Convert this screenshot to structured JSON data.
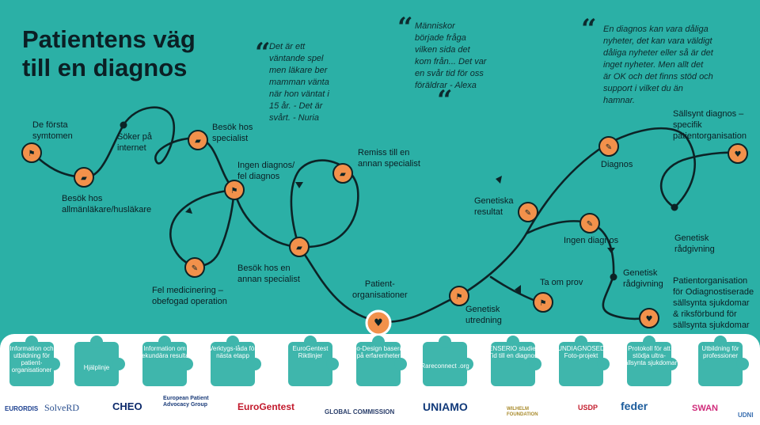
{
  "title": "Patientens väg\ntill en diagnos",
  "quotes": [
    {
      "text": "Det är ett\nväntande spel\nmen läkare ber\nmamman vänta\nnär hon väntat i\n15 år. - Det är\nsvårt. - Nuria"
    },
    {
      "text": "Människor\nbörjade fråga\nvilken sida det\nkom från... Det var\nen svår tid för oss\nföräldrar - Alexa"
    },
    {
      "text": "En diagnos kan vara dåliga\nnyheter, det kan vara väldigt\ndåliga nyheter eller så är det\ninget nyheter. Men allt det\när OK och det finns stöd och\nsupport i vilket du än\nhamnar."
    }
  ],
  "labels": {
    "forsta": "De första\nsymtomen",
    "soker": "Söker på\ninternet",
    "besok_spec": "Besök hos\nspecialist",
    "allman": "Besök hos\nallmänläkare/husläkare",
    "ingen_fel": "Ingen diagnos/\nfel diagnos",
    "remiss": "Remiss till en\nannan specialist",
    "felmed": "Fel medicinering –\nobefogad operation",
    "annan_spec": "Besök hos en\nannan specialist",
    "patientorg": "Patient-\norganisationer",
    "gen_utr": "Genetisk\nutredning",
    "gen_res": "Genetiska\nresultat",
    "diagnos": "Diagnos",
    "ingen_diag": "Ingen diagnos",
    "ta_om": "Ta om prov",
    "gen_radg1": "Genetisk\nrådgivning",
    "gen_radg2": "Genetisk\nrådgivning",
    "sallsynt": "Sällsynt diagnos –\nspecifik\npatientorganisation",
    "odiag": "Patientorganisation\nför Odiagnostiserade\nsällsynta sjukdomar\n& riksförbund för\nsällsynta sjukdomar"
  },
  "pieces": [
    "Information och utbildning för patient-organisationer",
    "Hjälplinje",
    "Information om sekundära resultat",
    "Verktygs-låda för nästa etapp",
    "EuroGentest Riktlinjer",
    "Co-Design baserat på erfarenheter",
    "Rareconnect .org",
    "ENSERIO studie. Tid till en diagnos",
    "UNDIAGNOSED Foto-projekt",
    "Protokoll för att stödja ultra-sällsynta sjukdomar",
    "Utbildning för professioner"
  ],
  "logos": [
    "EURORDIS",
    "SolveRD",
    "CHEO",
    "European Patient Advocacy Group",
    "EuroGentest",
    "GLOBAL COMMISSION",
    "UNIAMO",
    "WILHELM FOUNDATION",
    "USDP",
    "feder",
    "SWAN",
    "UDNI"
  ],
  "colors": {
    "background": "#2bb0a6",
    "path": "#0c2326",
    "marker": "#f2914b"
  }
}
